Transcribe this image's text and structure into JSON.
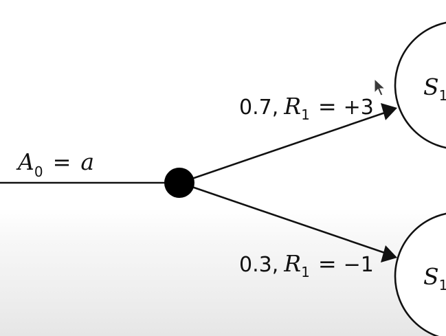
{
  "diagram": {
    "action_label": {
      "symbol": "A",
      "subscript": "0",
      "equals": "=",
      "value": "a"
    },
    "upper_branch": {
      "probability": "0.7,",
      "reward_symbol": "R",
      "reward_subscript": "1",
      "equals": "=",
      "reward_value": "+3"
    },
    "lower_branch": {
      "probability": "0.3,",
      "reward_symbol": "R",
      "reward_subscript": "1",
      "equals": "=",
      "reward_value": "−1"
    },
    "upper_state": {
      "symbol": "S",
      "subscript": "1"
    },
    "lower_state": {
      "symbol": "S",
      "subscript": "1"
    }
  }
}
